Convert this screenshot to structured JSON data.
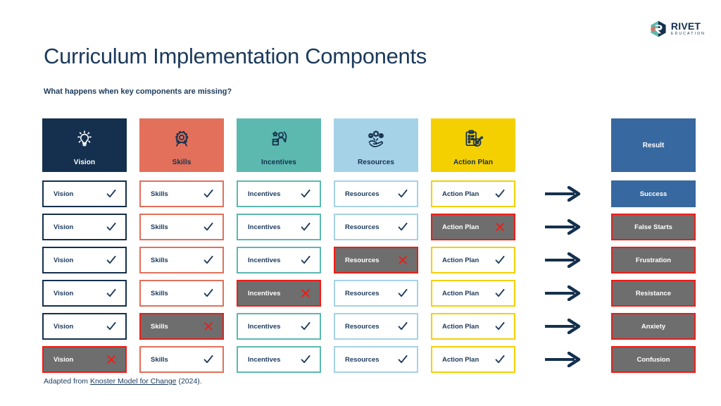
{
  "brand": {
    "logo_word": "RIVET",
    "logo_sub": "EDUCATION",
    "logo_icon": "rivet-hexagon-r-icon"
  },
  "header": {
    "title": "Curriculum Implementation Components",
    "subtitle": "What happens when key components are missing?"
  },
  "footer": {
    "prefix": "Adapted from ",
    "link": "Knoster Model for Change",
    "suffix": " (2024)."
  },
  "colors": {
    "vision": "#14304E",
    "skills": "#E2705A",
    "incentives": "#5CB9AF",
    "resources": "#A6D2E8",
    "action_plan": "#F5D000",
    "result": "#37689F",
    "missing_fill": "#6E6E6E",
    "missing_border": "#EE1C16",
    "check": "#1B3A5C",
    "cross": "#EE1C16",
    "navy_text": "#1B3A5C",
    "arrow": "#14304E"
  },
  "columns": [
    {
      "key": "vision",
      "label": "Vision",
      "icon": "lightbulb-icon",
      "color": "#14304E",
      "text_on_header": "#FFFFFF"
    },
    {
      "key": "skills",
      "label": "Skills",
      "icon": "gear-tools-icon",
      "color": "#E2705A",
      "text_on_header": "#14304E"
    },
    {
      "key": "incentives",
      "label": "Incentives",
      "icon": "person-star-icon",
      "color": "#5CB9AF",
      "text_on_header": "#14304E"
    },
    {
      "key": "resources",
      "label": "Resources",
      "icon": "hand-coins-icon",
      "color": "#A6D2E8",
      "text_on_header": "#14304E"
    },
    {
      "key": "action_plan",
      "label": "Action Plan",
      "icon": "clipboard-target-icon",
      "color": "#F5D000",
      "text_on_header": "#14304E"
    }
  ],
  "result_header": {
    "label": "Result",
    "color": "#37689F"
  },
  "arrow_icon": "right-arrow-icon",
  "check_icon": "check-icon",
  "cross_icon": "cross-icon",
  "rows": [
    {
      "result": "Success",
      "result_state": "success",
      "cells": [
        {
          "label": "Vision",
          "present": true
        },
        {
          "label": "Skills",
          "present": true
        },
        {
          "label": "Incentives",
          "present": true
        },
        {
          "label": "Resources",
          "present": true
        },
        {
          "label": "Action Plan",
          "present": true
        }
      ]
    },
    {
      "result": "False Starts",
      "result_state": "fail",
      "cells": [
        {
          "label": "Vision",
          "present": true
        },
        {
          "label": "Skills",
          "present": true
        },
        {
          "label": "Incentives",
          "present": true
        },
        {
          "label": "Resources",
          "present": true
        },
        {
          "label": "Action Plan",
          "present": false
        }
      ]
    },
    {
      "result": "Frustration",
      "result_state": "fail",
      "cells": [
        {
          "label": "Vision",
          "present": true
        },
        {
          "label": "Skills",
          "present": true
        },
        {
          "label": "Incentives",
          "present": true
        },
        {
          "label": "Resources",
          "present": false
        },
        {
          "label": "Action Plan",
          "present": true
        }
      ]
    },
    {
      "result": "Resistance",
      "result_state": "fail",
      "cells": [
        {
          "label": "Vision",
          "present": true
        },
        {
          "label": "Skills",
          "present": true
        },
        {
          "label": "Incentives",
          "present": false
        },
        {
          "label": "Resources",
          "present": true
        },
        {
          "label": "Action Plan",
          "present": true
        }
      ]
    },
    {
      "result": "Anxiety",
      "result_state": "fail",
      "cells": [
        {
          "label": "Vision",
          "present": true
        },
        {
          "label": "Skills",
          "present": false
        },
        {
          "label": "Incentives",
          "present": true
        },
        {
          "label": "Resources",
          "present": true
        },
        {
          "label": "Action Plan",
          "present": true
        }
      ]
    },
    {
      "result": "Confusion",
      "result_state": "fail",
      "cells": [
        {
          "label": "Vision",
          "present": false
        },
        {
          "label": "Skills",
          "present": true
        },
        {
          "label": "Incentives",
          "present": true
        },
        {
          "label": "Resources",
          "present": true
        },
        {
          "label": "Action Plan",
          "present": true
        }
      ]
    }
  ]
}
